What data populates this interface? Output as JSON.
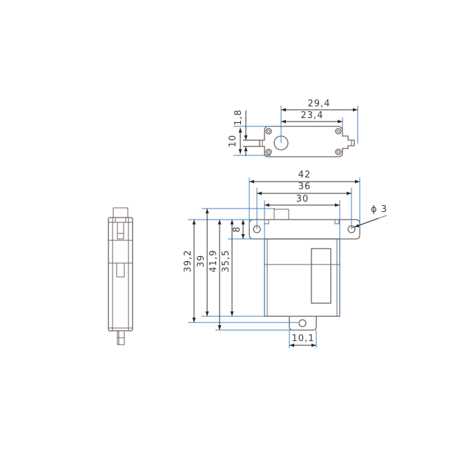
{
  "drawing": {
    "type": "servo dimension drawing",
    "units": "mm",
    "colors": {
      "outline": "#6b5f5a",
      "extension_lines": "#3f7fbf",
      "dimension_lines": "#2b2b2b",
      "text": "#3a3a3a",
      "background": "#ffffff"
    },
    "views": [
      "side-view",
      "top-view",
      "front-view"
    ]
  },
  "top_view": {
    "dimensions": {
      "total_length": "29,4",
      "hole_spacing": "23,4",
      "height": "10",
      "tab_thickness": "1,8"
    }
  },
  "front_view": {
    "dimensions": {
      "overall_width": "42",
      "hole_spacing": "36",
      "body_width": "30",
      "hole_diameter": "ϕ 3",
      "flange_to_hole": "8",
      "height_a": "39,2",
      "height_b": "39",
      "height_c": "41,9",
      "height_d": "35,5",
      "bottom_tab_width": "10,1"
    }
  }
}
